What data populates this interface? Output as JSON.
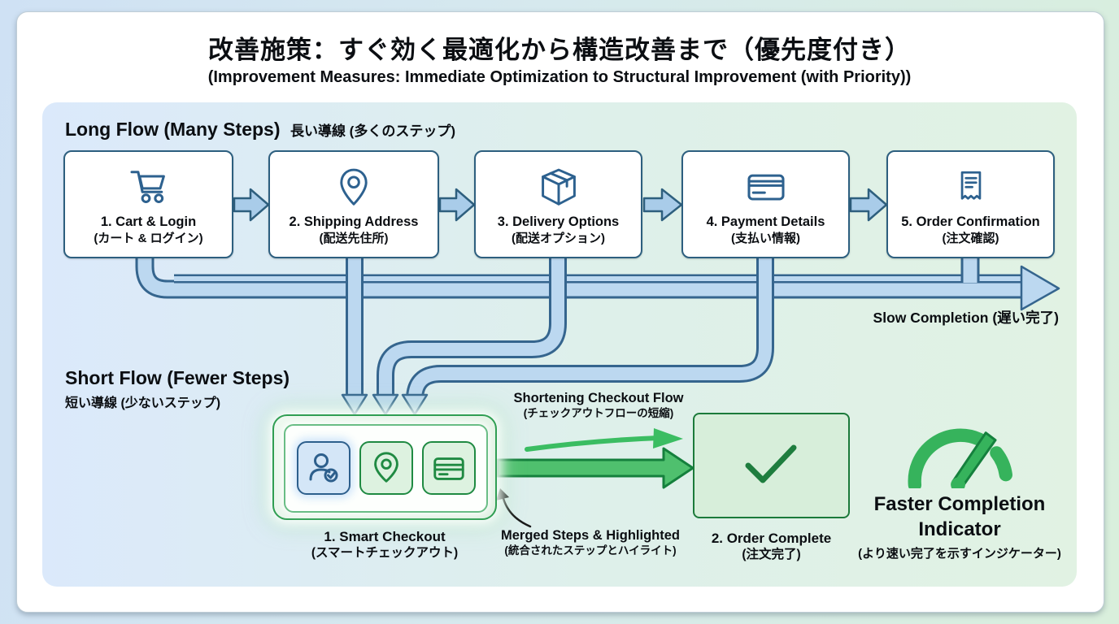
{
  "page": {
    "title_ja": "改善施策：すぐ効く最適化から構造改善まで（優先度付き）",
    "title_en": "(Improvement Measures: Immediate Optimization to Structural Improvement (with Priority))"
  },
  "long_flow": {
    "heading_en": "Long Flow (Many Steps)",
    "heading_ja": "長い導線 (多くのステップ)",
    "steps": [
      {
        "label_en": "1. Cart & Login",
        "label_ja": "(カート & ログイン)",
        "icon": "cart-icon"
      },
      {
        "label_en": "2. Shipping Address",
        "label_ja": "(配送先住所)",
        "icon": "location-pin-icon"
      },
      {
        "label_en": "3. Delivery Options",
        "label_ja": "(配送オプション)",
        "icon": "package-icon"
      },
      {
        "label_en": "4. Payment Details",
        "label_ja": "(支払い情報)",
        "icon": "credit-card-icon"
      },
      {
        "label_en": "5. Order Confirmation",
        "label_ja": "(注文確認)",
        "icon": "receipt-icon"
      }
    ],
    "slow_label": "Slow Completion (遅い完了)"
  },
  "short_flow": {
    "heading_en": "Short Flow (Fewer Steps)",
    "heading_ja": "短い導線 (少ないステップ)",
    "smart_checkout": {
      "label_en": "1. Smart Checkout",
      "label_ja": "(スマートチェックアウト)",
      "icons": [
        "user-check-icon",
        "location-pin-icon",
        "credit-card-icon"
      ]
    },
    "order_complete": {
      "label_en": "2. Order Complete",
      "label_ja": "(注文完了)",
      "icon": "check-icon"
    }
  },
  "annotations": {
    "shortening_en": "Shortening Checkout Flow",
    "shortening_ja": "(チェックアウトフローの短縮)",
    "merged_en": "Merged Steps & Highlighted",
    "merged_ja": "(統合されたステップとハイライト)"
  },
  "indicator": {
    "label_en": "Faster Completion Indicator",
    "label_ja": "(より速い完了を示すインジケーター)",
    "icon": "speedometer-icon"
  },
  "colors": {
    "flow_blue_fill": "#bcd8f0",
    "flow_blue_stroke": "#35658e",
    "box_border_blue": "#2d5f7f",
    "green_accent": "#3bbd62",
    "green_dark": "#15803d",
    "panel_left": "#dbe9fb",
    "panel_right": "#e1f2e3"
  }
}
